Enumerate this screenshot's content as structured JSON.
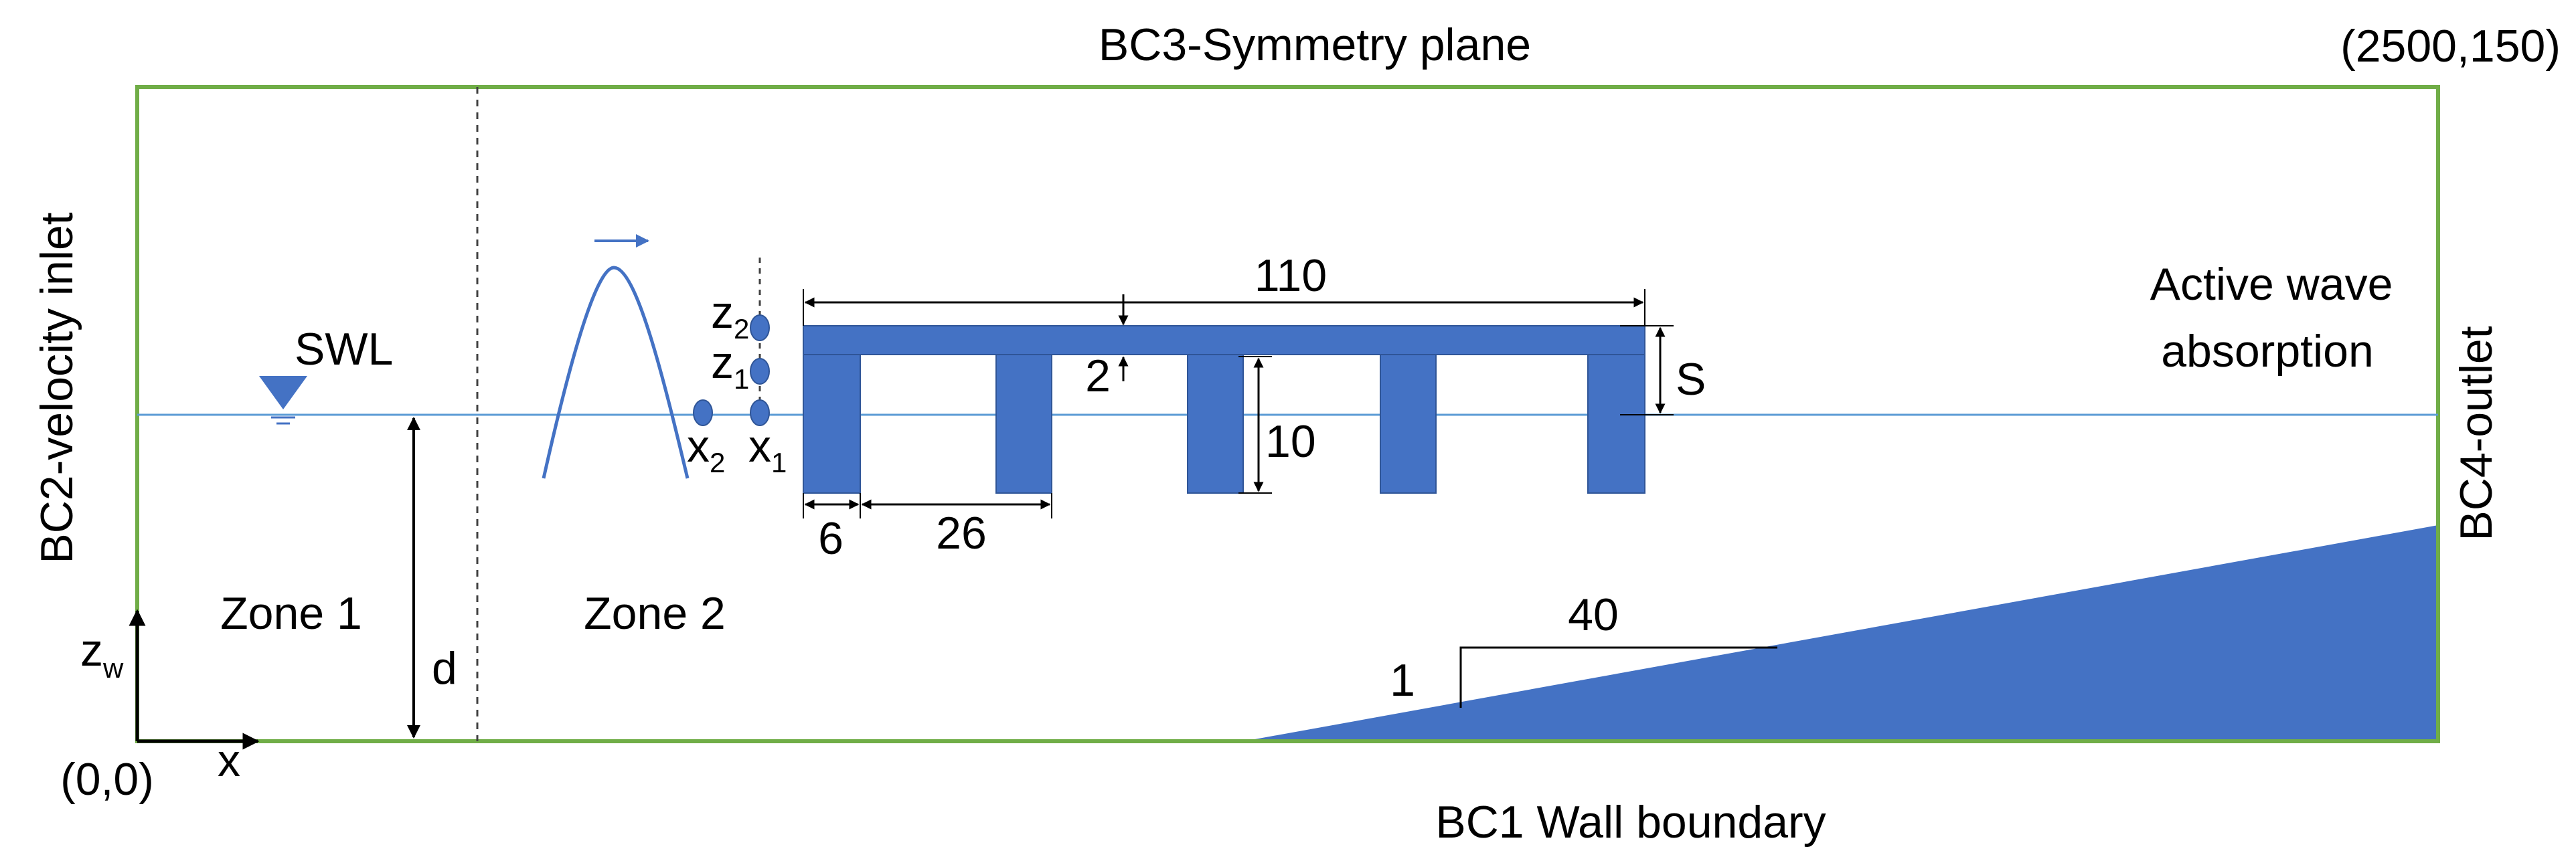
{
  "title": "BC3-Symmetry plane",
  "corner_top_right": "(2500,150)",
  "corner_origin": "(0,0)",
  "bc_inlet": "BC2-velocity inlet",
  "bc_outlet": "BC4-outlet",
  "bc_bottom": "BC1 Wall boundary",
  "active_absorption": {
    "line1": "Active wave",
    "line2": "absorption"
  },
  "swl": "SWL",
  "zone1": "Zone 1",
  "zone2": "Zone 2",
  "depth_label": "d",
  "axis": {
    "z": "z",
    "z_sub": "w",
    "x": "x"
  },
  "gauges": {
    "x1": "x",
    "x1_sub": "1",
    "x2": "x",
    "x2_sub": "2",
    "z1": "z",
    "z1_sub": "1",
    "z2": "z",
    "z2_sub": "2"
  },
  "dims": {
    "length": "110",
    "deck": "2",
    "submergence": "S",
    "pile_depth": "10",
    "pile_width": "6",
    "pile_spacing": "26"
  },
  "slope": {
    "run": "40",
    "rise": "1"
  },
  "colors": {
    "boundary": "#70AD47",
    "fill": "#4472C4",
    "water_line": "#5B9BD5"
  }
}
